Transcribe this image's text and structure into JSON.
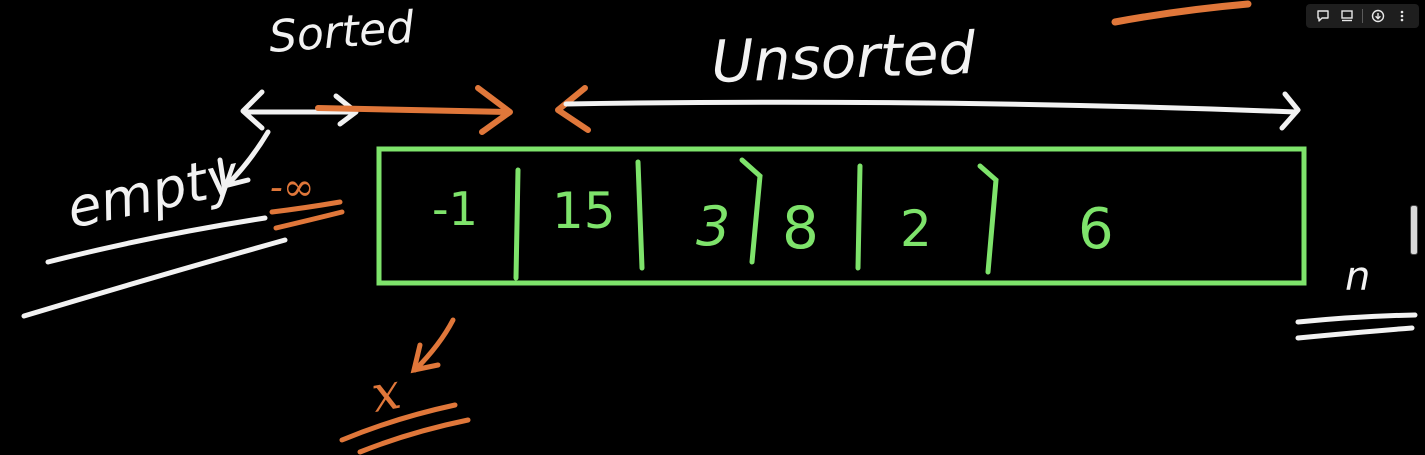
{
  "whiteboard": {
    "label_sorted": "Sorted",
    "label_unsorted": "Unsorted",
    "label_empty": "empty",
    "label_neg_inf": "-∞",
    "label_x": "x",
    "label_n": "n",
    "array_cells": [
      "-1",
      "15",
      "3",
      "8",
      "2",
      "6"
    ],
    "colors": {
      "chalk_white": "#f2f2f2",
      "chalk_green": "#7ee36b",
      "chalk_orange": "#e0773a",
      "background": "#000000"
    }
  },
  "toolbar": {
    "icons": [
      "comment-icon",
      "notes-icon",
      "download-icon",
      "more-vertical-icon"
    ]
  }
}
